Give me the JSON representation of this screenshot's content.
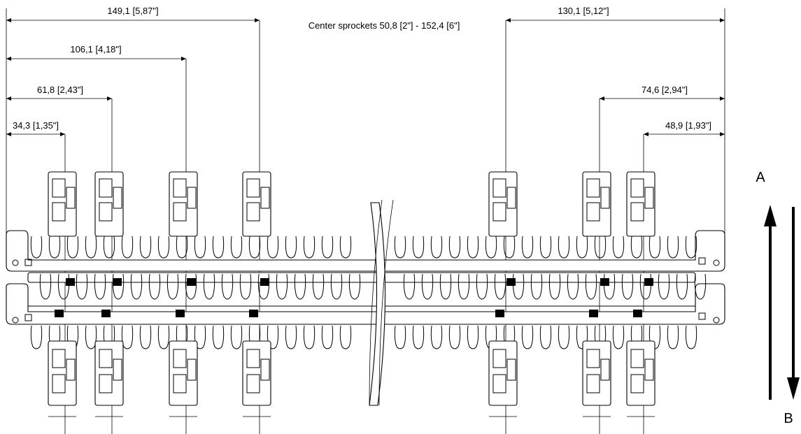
{
  "header": {
    "center_note": "Center sprockets 50,8 [2\"] - 152,4 [6\"]"
  },
  "dimensions_left": [
    {
      "label": "149,1 [5,87\"]"
    },
    {
      "label": "106,1 [4,18\"]"
    },
    {
      "label": "61,8 [2,43\"]"
    },
    {
      "label": "34,3 [1,35\"]"
    }
  ],
  "dimensions_right": [
    {
      "label": "130,1 [5,12\"]"
    },
    {
      "label": "74,6 [2,94\"]"
    },
    {
      "label": "48,9 [1,93\"]"
    }
  ],
  "direction": {
    "up_label": "A",
    "down_label": "B"
  },
  "colors": {
    "line": "#000000",
    "background": "#ffffff",
    "marker": "#000000"
  }
}
